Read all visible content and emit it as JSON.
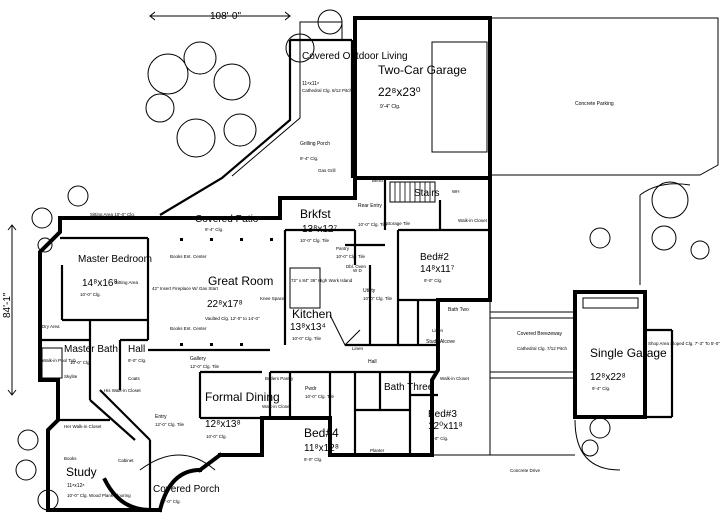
{
  "dimensions": {
    "overall_width": "108'-0\"",
    "overall_depth": "84'-1\""
  },
  "rooms": {
    "covered_outdoor_living": {
      "name": "Covered Outdoor Living",
      "size": "11⁸x11⁸",
      "note": "Cathedral Clg. 8/12 Pitch"
    },
    "two_car_garage": {
      "name": "Two-Car Garage",
      "size": "22⁸x23⁰",
      "note": "9'-4\" Clg."
    },
    "concrete_parking": {
      "name": "Concrete Parking"
    },
    "grilling_porch": {
      "name": "Grilling Porch",
      "note": "9'-4\" Clg."
    },
    "gas_grill": {
      "name": "Gas Grill"
    },
    "covered_patio": {
      "name": "Covered Patio",
      "note": "9'-4\" Clg."
    },
    "sitting_area_top": {
      "name": "Sitting Area 10'-0\" Clg."
    },
    "brkfst": {
      "name": "Brkfst",
      "size": "13⁸x12⁷",
      "note": "10'-0\" Clg. Tile"
    },
    "rear_entry": {
      "name": "Rear Entry",
      "note": "10'-0\" Clg. Tile"
    },
    "stairs": {
      "name": "Stairs"
    },
    "bench": {
      "name": "Bench"
    },
    "storage": {
      "name": "Storage Tile"
    },
    "master_bedroom": {
      "name": "Master Bedroom",
      "size": "14⁸x16⁸",
      "note": "10'-0\" Clg."
    },
    "sitting_area": {
      "name": "Sitting Area"
    },
    "great_room": {
      "name": "Great Room",
      "size": "22⁸x17⁸",
      "note": "Vaulted Clg. 12'-0\" to 14'-0\""
    },
    "fireplace": {
      "name": "42\" Insert Fireplace W/ Gas Start"
    },
    "books_top": {
      "name": "Books Ent. Center"
    },
    "books_bottom": {
      "name": "Books Ent. Center"
    },
    "knee_space": {
      "name": "Knee Space"
    },
    "work_island": {
      "name": "72\" x 84\" 36\" High Work Island"
    },
    "kitchen": {
      "name": "Kitchen",
      "size": "13⁸x13⁴",
      "note": "10'-0\" Clg. Tile"
    },
    "pantry": {
      "name": "Pantry",
      "note": "10'-0\" Clg. Tile"
    },
    "dbl_oven": {
      "name": "Dbl. Oven"
    },
    "utility": {
      "name": "Utility",
      "note": "10'-0\" Clg. Tile"
    },
    "bed2": {
      "name": "Bed#2",
      "size": "14⁸x11⁷",
      "note": "9'-0\" Clg."
    },
    "walk_in_closet_top": {
      "name": "Walk-in Closet"
    },
    "bath_two": {
      "name": "Bath Two"
    },
    "study_alcove": {
      "name": "Study Alcove"
    },
    "linen_right": {
      "name": "Linen"
    },
    "covered_breezeway": {
      "name": "Covered Breezeway",
      "note": "Cathedral Clg. 7/12 Pitch"
    },
    "single_garage": {
      "name": "Single Garage",
      "size": "12⁸x22⁸",
      "note": "9'-4\" Clg."
    },
    "shop_area": {
      "name": "Shop Area Sloped Clg. 7'-3\" To 5'-0\""
    },
    "master_bath": {
      "name": "Master Bath",
      "note": "10'-0\" Clg."
    },
    "skylite": {
      "name": "Skylite"
    },
    "hall_left": {
      "name": "Hall",
      "note": "9'-0\" Clg."
    },
    "coats": {
      "name": "Coats"
    },
    "his_closet": {
      "name": "His Walk-in Closet",
      "note": "10'-0\" Clg."
    },
    "her_closet": {
      "name": "Her Walk-in Closet",
      "note": "10'-0\" Clg."
    },
    "walk_in_pool_tub": {
      "name": "Walk-in Pool Tub"
    },
    "dry_area": {
      "name": "Dry Area"
    },
    "gallery": {
      "name": "Gallery",
      "note": "12'-0\" Clg. Tile"
    },
    "linen_mid": {
      "name": "Linen"
    },
    "hall_mid": {
      "name": "Hall"
    },
    "formal_dining": {
      "name": "Formal Dining",
      "size": "12⁸x13⁸",
      "note": "10'-0\" Clg."
    },
    "entry": {
      "name": "Entry",
      "note": "12'-0\" Clg. Tile"
    },
    "butlers_pantry": {
      "name": "Butlers Pantry",
      "note": "10'-0\" Clg. Tile"
    },
    "pwdr": {
      "name": "Pwdr",
      "note": "10'-0\" Clg. Tile"
    },
    "bath_three": {
      "name": "Bath Three"
    },
    "bed3": {
      "name": "Bed#3",
      "size": "12⁰x11⁸",
      "note": "9'-0\" Clg."
    },
    "walk_in_closet_b3": {
      "name": "Walk-in Closet"
    },
    "walk_in_closet_b4": {
      "name": "Walk-in Closet"
    },
    "bed4": {
      "name": "Bed#4",
      "size": "11⁸x12⁸",
      "note": "9'-0\" Clg."
    },
    "study": {
      "name": "Study",
      "size": "11⁸x12⁸",
      "note": "10'-0\" Clg. Wood Plank Flooring"
    },
    "books_study": {
      "name": "Books"
    },
    "cabinet": {
      "name": "Cabinet"
    },
    "covered_porch": {
      "name": "Covered Porch",
      "note": "12'-0\" Clg."
    },
    "planter": {
      "name": "Planter"
    },
    "concrete_drive": {
      "name": "Concrete Drive"
    },
    "wh": {
      "name": "WH"
    },
    "wd": {
      "name": "W D"
    }
  }
}
